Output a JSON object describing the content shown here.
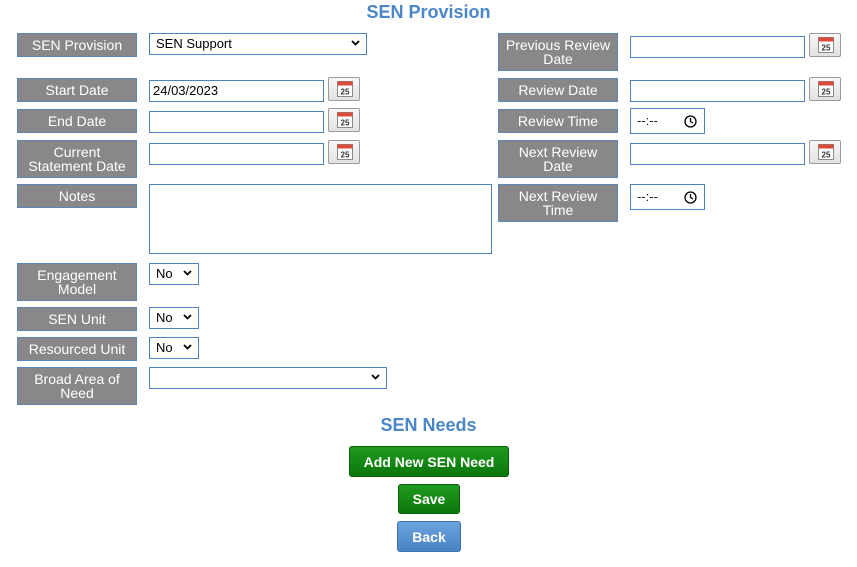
{
  "header": {
    "title": "SEN Provision"
  },
  "left_fields": {
    "sen_provision": {
      "label": "SEN Provision",
      "value": "SEN Support"
    },
    "start_date": {
      "label": "Start Date",
      "value": "24/03/2023"
    },
    "end_date": {
      "label": "End Date",
      "value": ""
    },
    "current_statement_date": {
      "label_line1": "Current",
      "label_line2": "Statement Date",
      "value": ""
    },
    "notes": {
      "label": "Notes",
      "value": ""
    },
    "engagement_model": {
      "label_line1": "Engagement",
      "label_line2": "Model",
      "value": "No"
    },
    "sen_unit": {
      "label": "SEN Unit",
      "value": "No"
    },
    "resourced_unit": {
      "label": "Resourced Unit",
      "value": "No"
    },
    "broad_area_of_need": {
      "label_line1": "Broad Area of",
      "label_line2": "Need",
      "value": ""
    }
  },
  "right_fields": {
    "previous_review_date": {
      "label_line1": "Previous Review",
      "label_line2": "Date",
      "value": ""
    },
    "review_date": {
      "label": "Review Date",
      "value": ""
    },
    "review_time": {
      "label": "Review Time",
      "value": "--:--"
    },
    "next_review_date": {
      "label_line1": "Next Review",
      "label_line2": "Date",
      "value": ""
    },
    "next_review_time": {
      "label_line1": "Next Review",
      "label_line2": "Time",
      "value": "--:--"
    }
  },
  "calendar_icon_text": "25",
  "needs": {
    "title": "SEN Needs",
    "add_button": "Add New SEN Need"
  },
  "actions": {
    "save": "Save",
    "back": "Back"
  },
  "colors": {
    "title": "#4a86c8",
    "label_bg": "#888888",
    "green": "#0b760b",
    "blue": "#4a83c4"
  }
}
